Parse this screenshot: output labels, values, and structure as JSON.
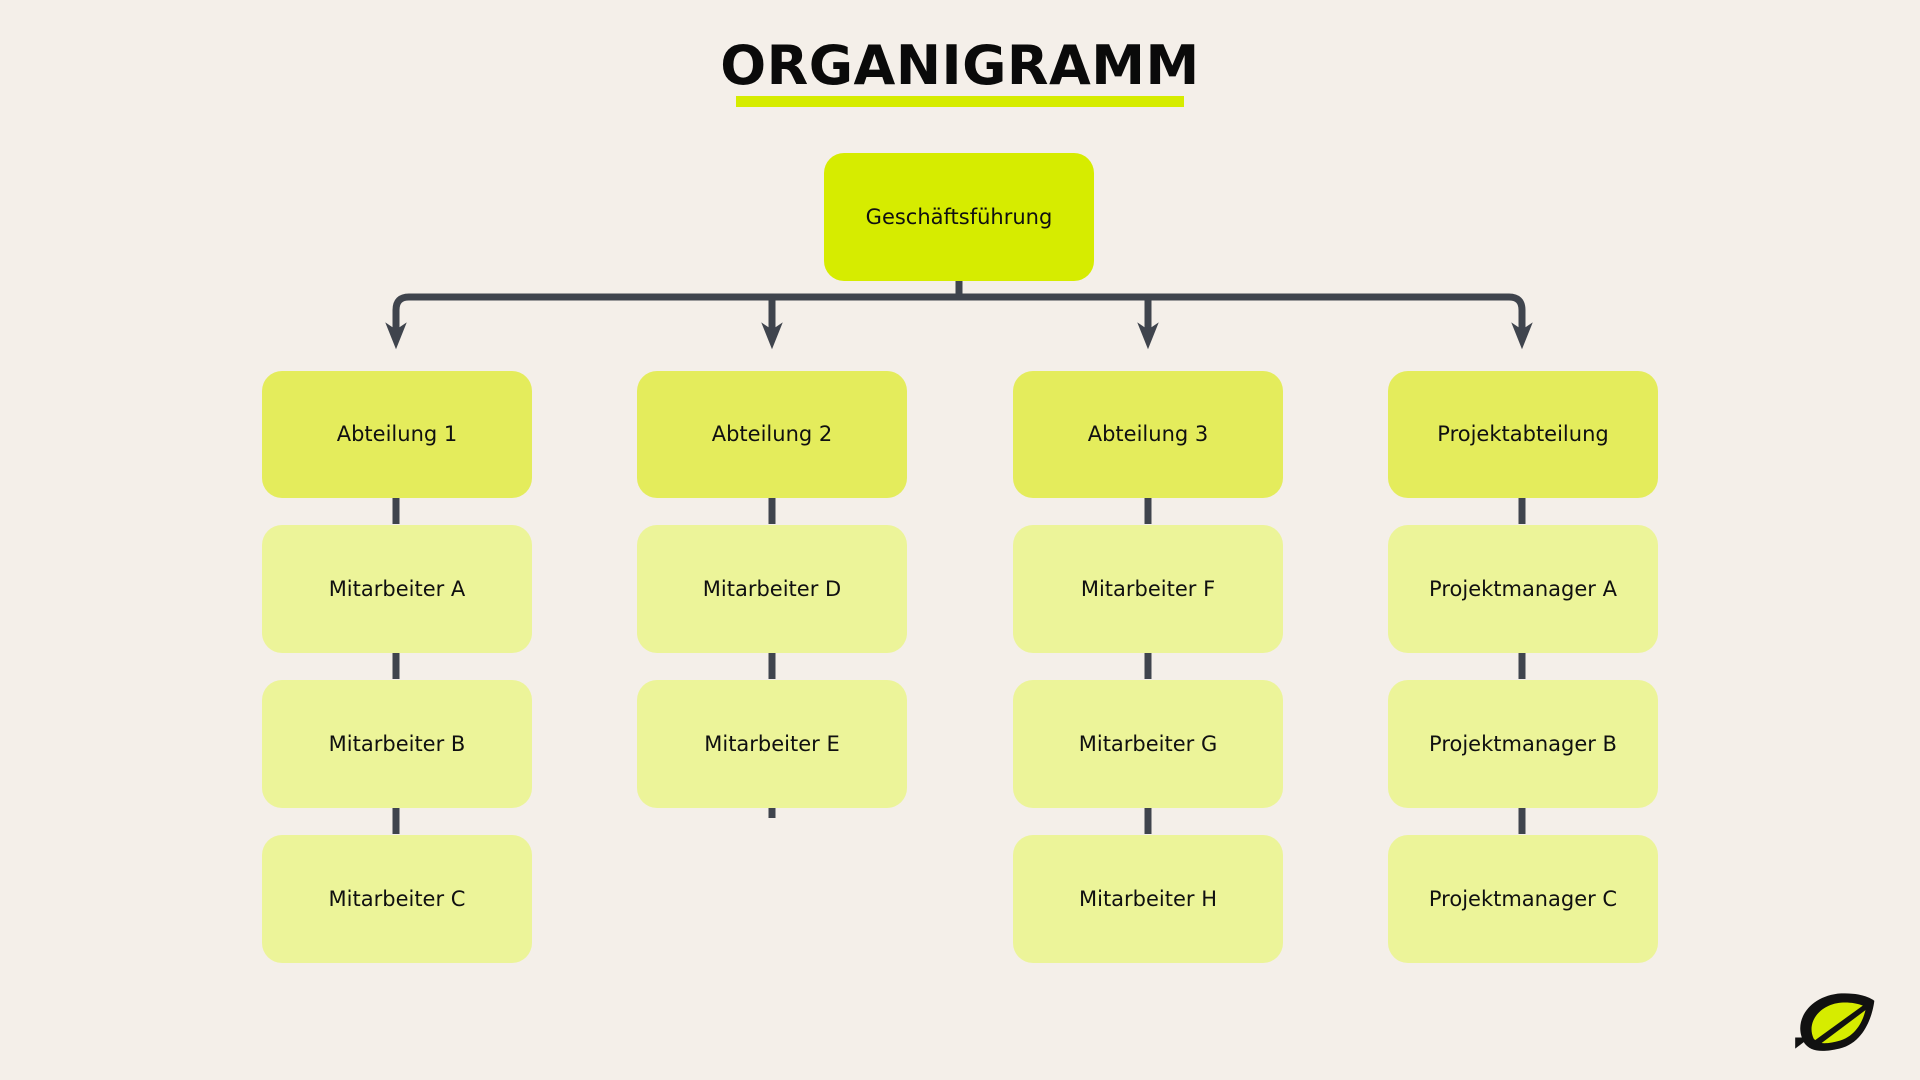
{
  "page": {
    "title": "ORGANIGRAMM",
    "background_color": "#f4efe9",
    "accent_color": "#d6ec00",
    "connector_color": "#3f444d",
    "dept_color": "#e4ec5c",
    "staff_color": "#ecf499"
  },
  "chart_data": {
    "type": "diagram",
    "title": "ORGANIGRAMM",
    "root": "Geschäftsführung",
    "columns": [
      {
        "head": "Abteilung 1",
        "children": [
          "Mitarbeiter A",
          "Mitarbeiter B",
          "Mitarbeiter C"
        ]
      },
      {
        "head": "Abteilung 2",
        "children": [
          "Mitarbeiter D",
          "Mitarbeiter E"
        ]
      },
      {
        "head": "Abteilung 3",
        "children": [
          "Mitarbeiter F",
          "Mitarbeiter G",
          "Mitarbeiter H"
        ]
      },
      {
        "head": "Projektabteilung",
        "children": [
          "Projektmanager A",
          "Projektmanager B",
          "Projektmanager C"
        ]
      }
    ]
  },
  "root_node": {
    "label": "Geschäftsführung"
  },
  "col1": {
    "head": "Abteilung 1",
    "c0": "Mitarbeiter A",
    "c1": "Mitarbeiter B",
    "c2": "Mitarbeiter C"
  },
  "col2": {
    "head": "Abteilung 2",
    "c0": "Mitarbeiter D",
    "c1": "Mitarbeiter E"
  },
  "col3": {
    "head": "Abteilung 3",
    "c0": "Mitarbeiter F",
    "c1": "Mitarbeiter G",
    "c2": "Mitarbeiter H"
  },
  "col4": {
    "head": "Projektabteilung",
    "c0": "Projektmanager A",
    "c1": "Projektmanager B",
    "c2": "Projektmanager C"
  },
  "logo": {
    "name": "leaf-logo"
  }
}
